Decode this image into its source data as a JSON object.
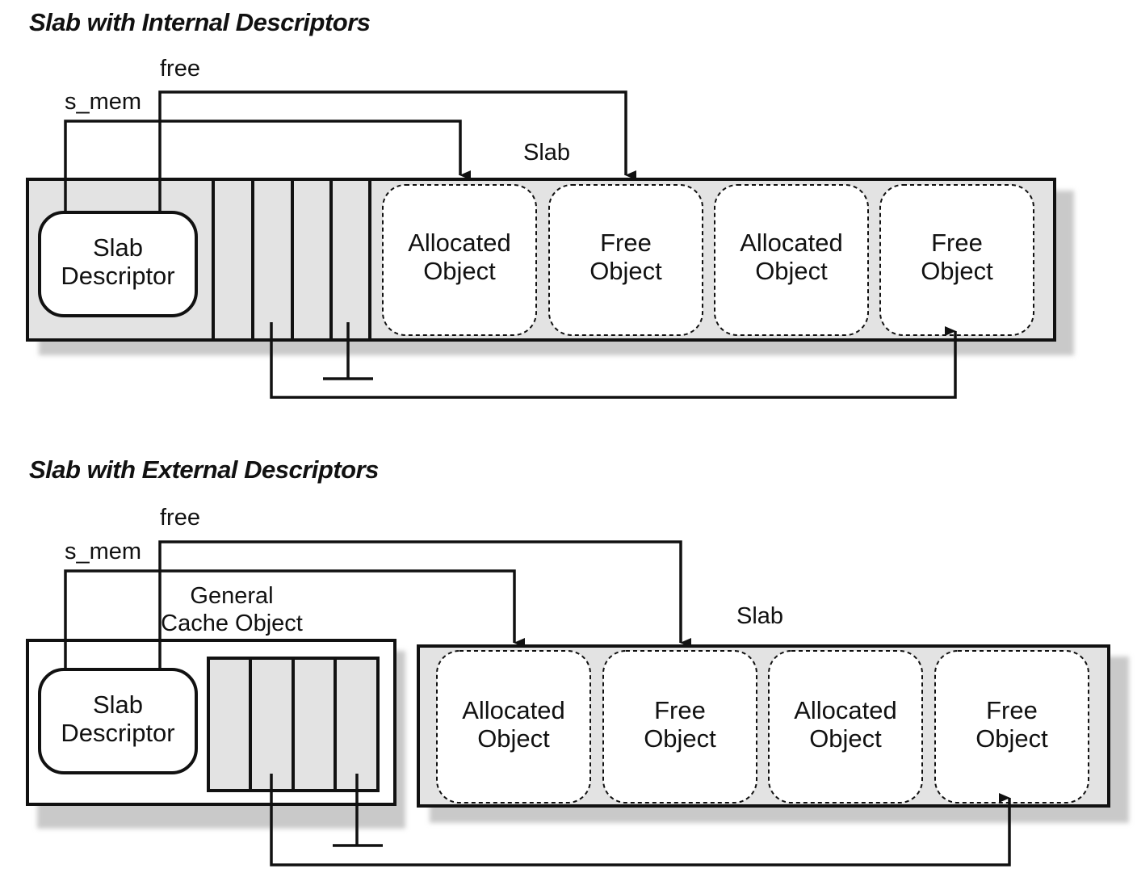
{
  "internal": {
    "title": "Slab with Internal Descriptors",
    "free_label": "free",
    "smem_label": "s_mem",
    "slab_label": "Slab",
    "descriptor": [
      "Slab",
      "Descriptor"
    ],
    "objects": [
      [
        "Allocated",
        "Object"
      ],
      [
        "Free",
        "Object"
      ],
      [
        "Allocated",
        "Object"
      ],
      [
        "Free",
        "Object"
      ]
    ]
  },
  "external": {
    "title": "Slab with External Descriptors",
    "free_label": "free",
    "smem_label": "s_mem",
    "slab_label": "Slab",
    "cache_label": [
      "General",
      "Cache Object"
    ],
    "descriptor": [
      "Slab",
      "Descriptor"
    ],
    "objects": [
      [
        "Allocated",
        "Object"
      ],
      [
        "Free",
        "Object"
      ],
      [
        "Allocated",
        "Object"
      ],
      [
        "Free",
        "Object"
      ]
    ]
  },
  "colors": {
    "fill": "#e3e3e3",
    "shadow": "#c9c9c9",
    "stroke": "#111111"
  }
}
